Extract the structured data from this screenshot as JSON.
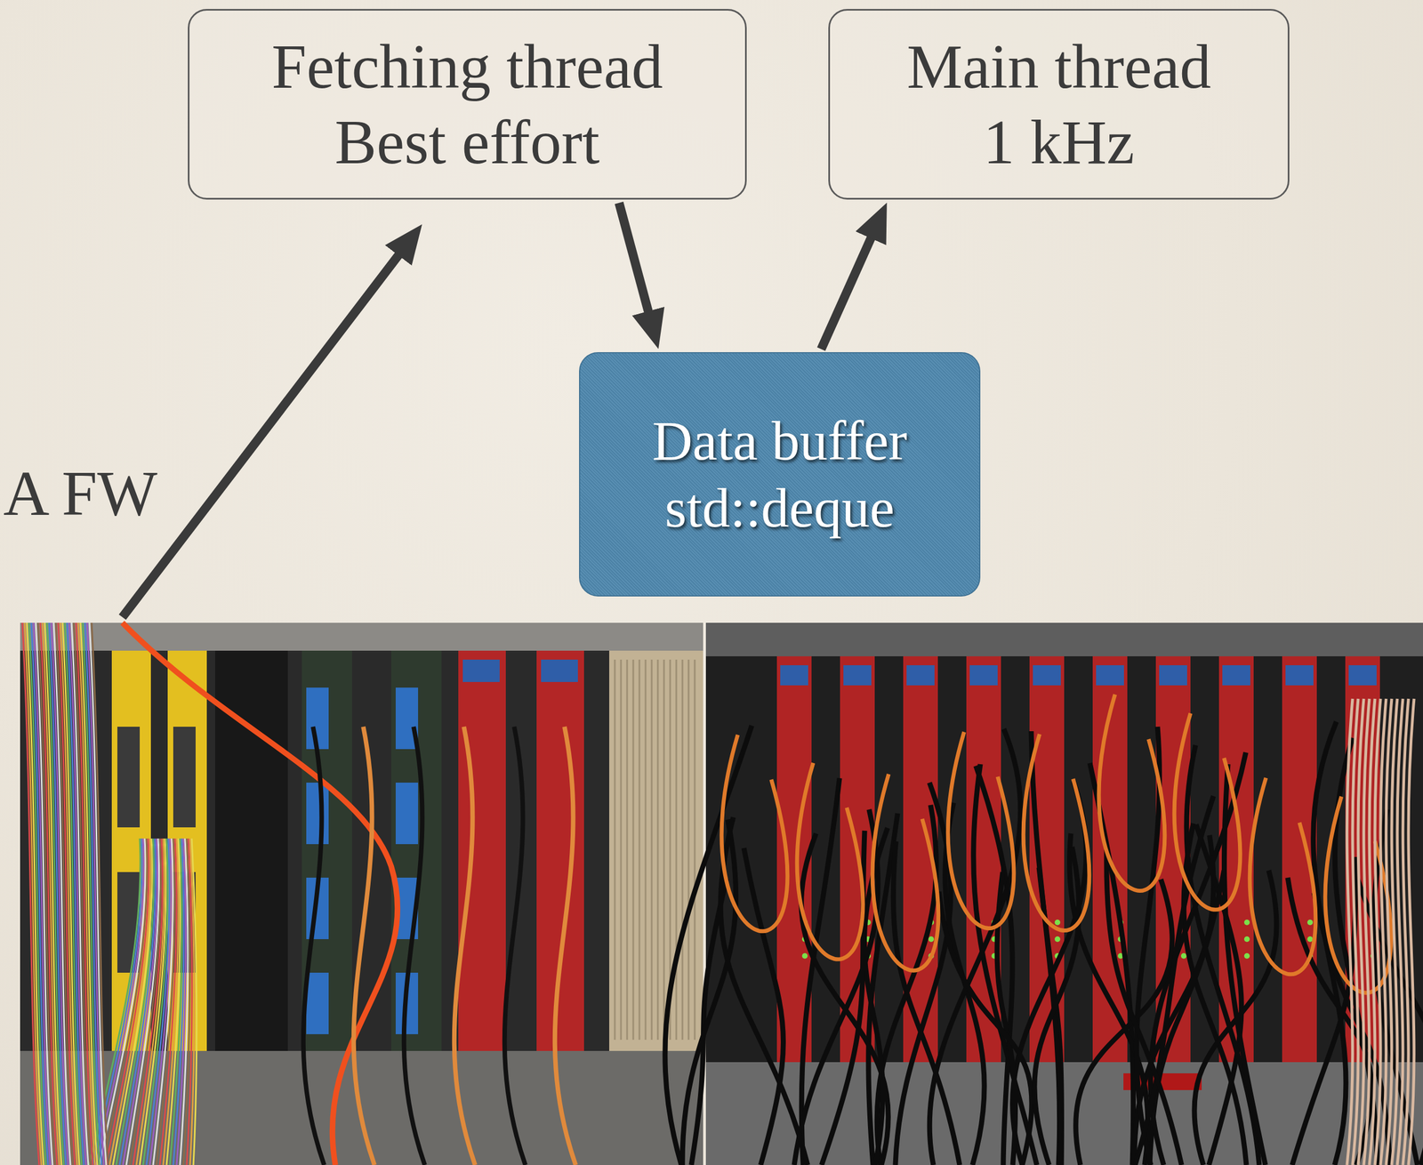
{
  "diagram": {
    "nodes": [
      {
        "text": [
          "Fetching thread",
          "Best effort"
        ]
      },
      {
        "text": [
          "Main thread",
          "1 kHz"
        ]
      },
      {
        "text": [
          "Data buffer",
          "std::deque"
        ]
      }
    ],
    "edges": [
      {
        "from": 0,
        "to": 2,
        "arrow": "to"
      },
      {
        "from": 2,
        "to": 1,
        "arrow": "to"
      }
    ],
    "labels": [
      "A FW"
    ]
  }
}
